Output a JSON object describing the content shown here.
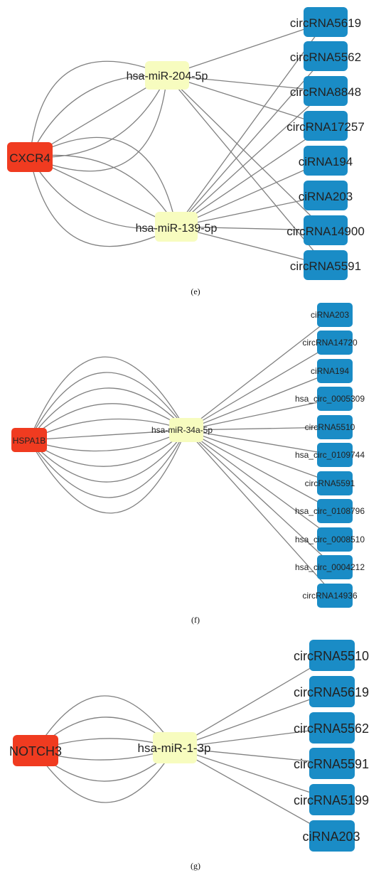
{
  "colors": {
    "gene": "#f03b20",
    "mirna": "#f7fcbf",
    "circrna": "#1a8cc6",
    "edge": "#808080",
    "text": "#222222"
  },
  "panels": [
    {
      "caption": "(e)",
      "gene": {
        "label": "CXCR4"
      },
      "mirnas": [
        {
          "id": "m1",
          "label": "hsa-miR-204-5p"
        },
        {
          "id": "m2",
          "label": "hsa-miR-139-5p"
        }
      ],
      "circrnas": [
        {
          "id": "c1",
          "label": "circRNA5619"
        },
        {
          "id": "c2",
          "label": "circRNA5562"
        },
        {
          "id": "c3",
          "label": "circRNA8848"
        },
        {
          "id": "c4",
          "label": "circRNA17257"
        },
        {
          "id": "c5",
          "label": "ciRNA194"
        },
        {
          "id": "c6",
          "label": "ciRNA203"
        },
        {
          "id": "c7",
          "label": "circRNA14900"
        },
        {
          "id": "c8",
          "label": "circRNA5591"
        }
      ],
      "gene_mirna_arcs": [
        5,
        5
      ],
      "links": [
        [
          "m1",
          "c1"
        ],
        [
          "m1",
          "c3"
        ],
        [
          "m1",
          "c4"
        ],
        [
          "m1",
          "c7"
        ],
        [
          "m1",
          "c8"
        ],
        [
          "m2",
          "c1"
        ],
        [
          "m2",
          "c2"
        ],
        [
          "m2",
          "c3"
        ],
        [
          "m2",
          "c4"
        ],
        [
          "m2",
          "c5"
        ],
        [
          "m2",
          "c6"
        ],
        [
          "m2",
          "c7"
        ],
        [
          "m2",
          "c8"
        ]
      ]
    },
    {
      "caption": "(f)",
      "gene": {
        "label": "HSPA1B"
      },
      "mirnas": [
        {
          "id": "m1",
          "label": "hsa-miR-34a-5p"
        }
      ],
      "circrnas": [
        {
          "id": "c1",
          "label": "ciRNA203"
        },
        {
          "id": "c2",
          "label": "circRNA14720"
        },
        {
          "id": "c3",
          "label": "ciRNA194"
        },
        {
          "id": "c4",
          "label": "hsa_circ_0005309"
        },
        {
          "id": "c5",
          "label": "circRNA5510"
        },
        {
          "id": "c6",
          "label": "hsa_circ_0109744"
        },
        {
          "id": "c7",
          "label": "circRNA5591"
        },
        {
          "id": "c8",
          "label": "hsa_circ_0108796"
        },
        {
          "id": "c9",
          "label": "hsa_circ_0008510"
        },
        {
          "id": "c10",
          "label": "hsa_circ_0004212"
        },
        {
          "id": "c11",
          "label": "circRNA14936"
        }
      ],
      "gene_mirna_arcs": [
        11
      ],
      "links": [
        [
          "m1",
          "c1"
        ],
        [
          "m1",
          "c2"
        ],
        [
          "m1",
          "c3"
        ],
        [
          "m1",
          "c4"
        ],
        [
          "m1",
          "c5"
        ],
        [
          "m1",
          "c6"
        ],
        [
          "m1",
          "c7"
        ],
        [
          "m1",
          "c8"
        ],
        [
          "m1",
          "c9"
        ],
        [
          "m1",
          "c10"
        ],
        [
          "m1",
          "c11"
        ]
      ]
    },
    {
      "caption": "(g)",
      "gene": {
        "label": "NOTCH3"
      },
      "mirnas": [
        {
          "id": "m1",
          "label": "hsa-miR-1-3p"
        }
      ],
      "circrnas": [
        {
          "id": "c1",
          "label": "circRNA5510"
        },
        {
          "id": "c2",
          "label": "circRNA5619"
        },
        {
          "id": "c3",
          "label": "circRNA5562"
        },
        {
          "id": "c4",
          "label": "circRNA5591"
        },
        {
          "id": "c5",
          "label": "circRNA5199"
        },
        {
          "id": "c6",
          "label": "ciRNA203"
        }
      ],
      "gene_mirna_arcs": [
        6
      ],
      "links": [
        [
          "m1",
          "c1"
        ],
        [
          "m1",
          "c2"
        ],
        [
          "m1",
          "c3"
        ],
        [
          "m1",
          "c4"
        ],
        [
          "m1",
          "c5"
        ],
        [
          "m1",
          "c6"
        ]
      ]
    }
  ]
}
